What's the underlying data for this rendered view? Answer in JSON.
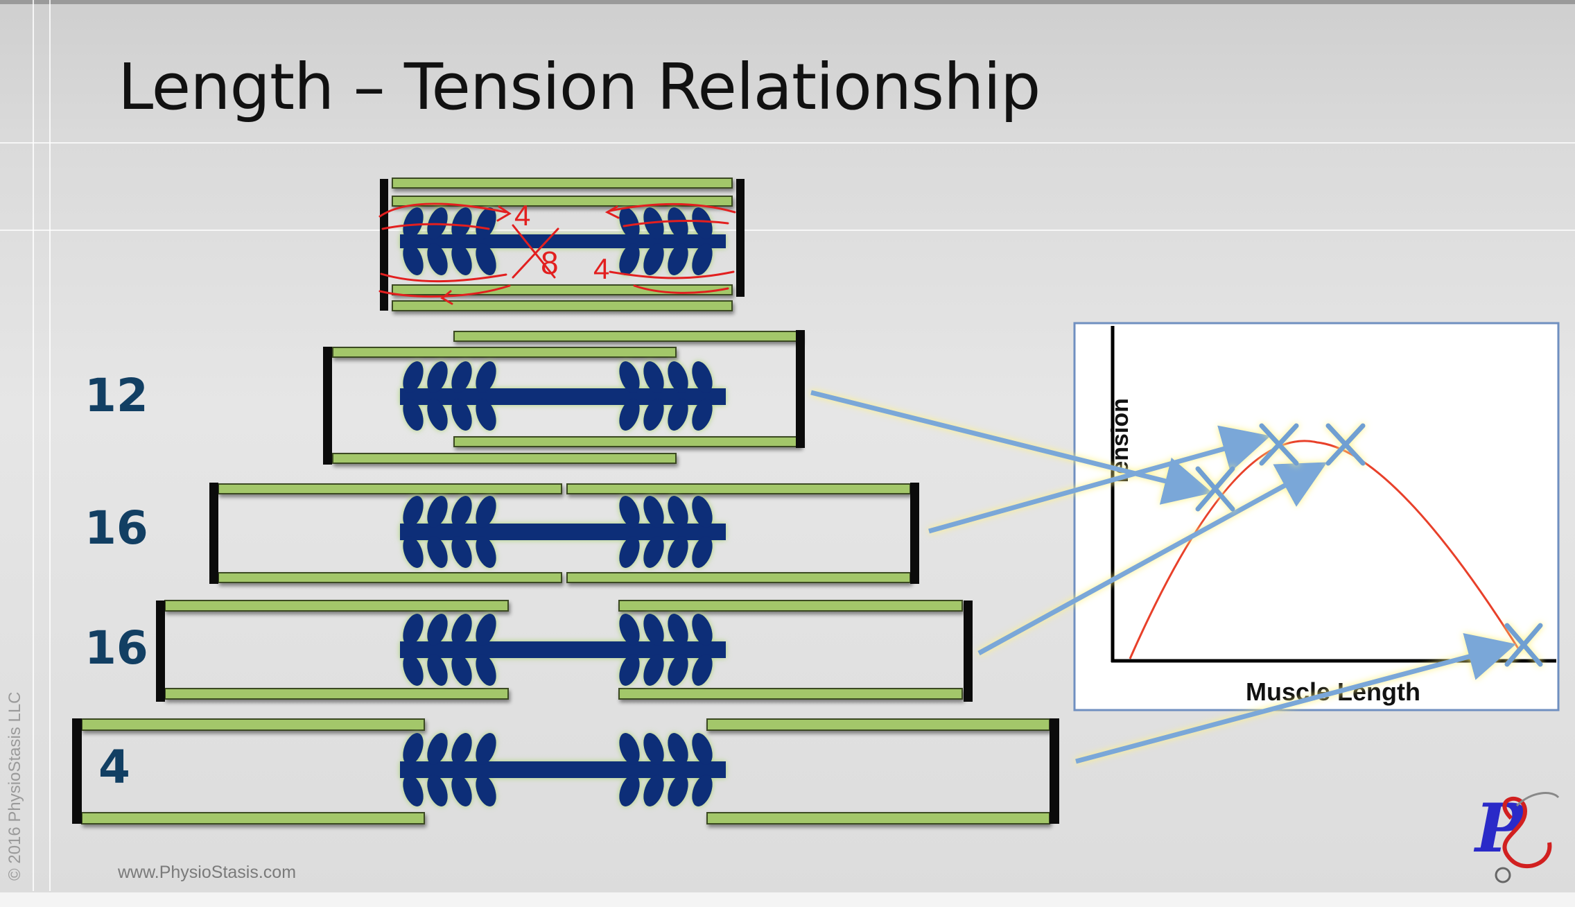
{
  "slide": {
    "title": "Length – Tension Relationship",
    "copyright": "© 2016 PhysioStasis LLC",
    "website": "www.PhysioStasis.com"
  },
  "sarcomeres": [
    {
      "label": ""
    },
    {
      "label": "12"
    },
    {
      "label": "16"
    },
    {
      "label": "16"
    },
    {
      "label": "4"
    }
  ],
  "annotations": [
    "4",
    "8",
    "4"
  ],
  "graph": {
    "ylabel": "Tension",
    "xlabel": "Muscle Length",
    "curve_color": "#e8402a",
    "marker_color": "#6f9fd2"
  },
  "colors": {
    "actin": "#a3c76a",
    "myosin": "#0f2d78",
    "z_disc": "#0b0b0b",
    "arrow": "#7aa7d8",
    "label": "#123f63",
    "ink": "#e21f1f"
  },
  "logo": "PhysioStasis-logo"
}
